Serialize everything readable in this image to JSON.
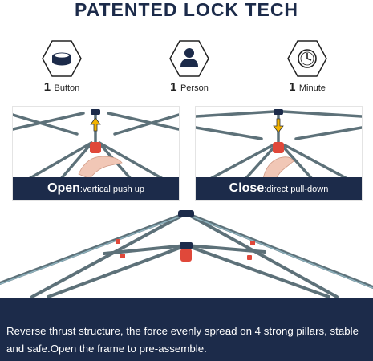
{
  "header": {
    "title": "PATENTED LOCK TECH"
  },
  "features": [
    {
      "icon": "button-icon",
      "number": "1",
      "label": "Button"
    },
    {
      "icon": "person-icon",
      "number": "1",
      "label": "Person"
    },
    {
      "icon": "clock-icon",
      "number": "1",
      "label": "Minute"
    }
  ],
  "panels": [
    {
      "keyword": "Open",
      "description": ":vertical push up"
    },
    {
      "keyword": "Close",
      "description": ":direct pull-down"
    }
  ],
  "footer": {
    "text": "Reverse thrust structure, the force evenly spread on 4 strong pillars, stable and safe.Open the frame to pre-assemble."
  },
  "colors": {
    "navy": "#1c2b4a",
    "pole": "#5d7179",
    "accent": "#e0483a"
  }
}
